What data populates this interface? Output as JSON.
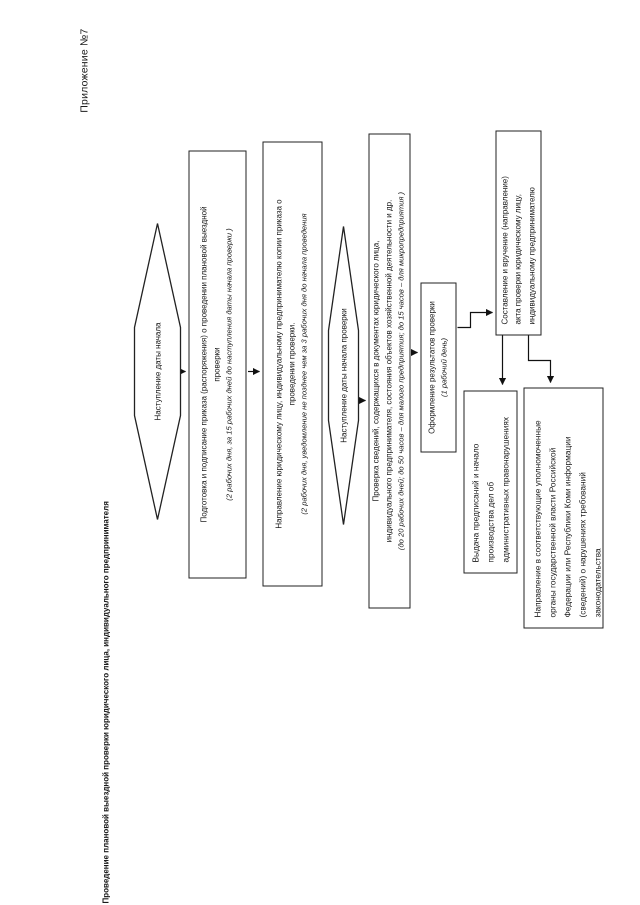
{
  "page": {
    "appendix_label": "Приложение №7",
    "title": "Проведение плановой выездной проверки юридического лица, индивидуального предпринимателя"
  },
  "colors": {
    "ink": "#1a1a1a",
    "paper": "#ffffff"
  },
  "nodes": {
    "start_event": {
      "label": "Наступление даты начала"
    },
    "prepare_order": {
      "lines": [
        "Подготовка и подписание приказа (распоряжения) о проведении плановой выездной",
        "проверки"
      ],
      "note": "(2 рабочих дня, за 15 рабочих дней до наступления даты начала проверки )"
    },
    "send_copy": {
      "lines": [
        "Направление юридическому лицу, индивидуальному предпринимателю копии приказа о",
        "проведении проверки."
      ],
      "note": "(2 рабочих дня, уведомление не позднее чем за 3 рабочих дня до начала проведения"
    },
    "check_start_event": {
      "label": "Наступление даты начала проверки"
    },
    "verification": {
      "lines": [
        "Проверка сведений, содержащихся в документах юридического лица,",
        "индивидуального предпринимателя, состояния объектов хозяйственной деятельности и др."
      ],
      "note": "(до 20 рабочих дней; до 50 часов – для малого предприятия; до 15 часов – для микропредприятия )"
    },
    "results": {
      "lines": [
        "Оформление результатов проверки"
      ],
      "note": "(1 рабочий день)"
    },
    "act": {
      "lines": [
        "Составление и вручение (направление)",
        "акта проверки юридическому лицу,",
        "индивидуальному предпринимателю"
      ]
    },
    "prescriptions": {
      "lines": [
        "Выдача предписаний и начало",
        "производства дел об",
        "административных правонарушениях"
      ]
    },
    "notify": {
      "lines": [
        "Направление в соответствующие уполномоченные",
        "органы государственной власти Российской",
        "Федерации или Республики Коми информации",
        "(сведений) о нарушениях требований",
        "законодательства"
      ]
    }
  }
}
